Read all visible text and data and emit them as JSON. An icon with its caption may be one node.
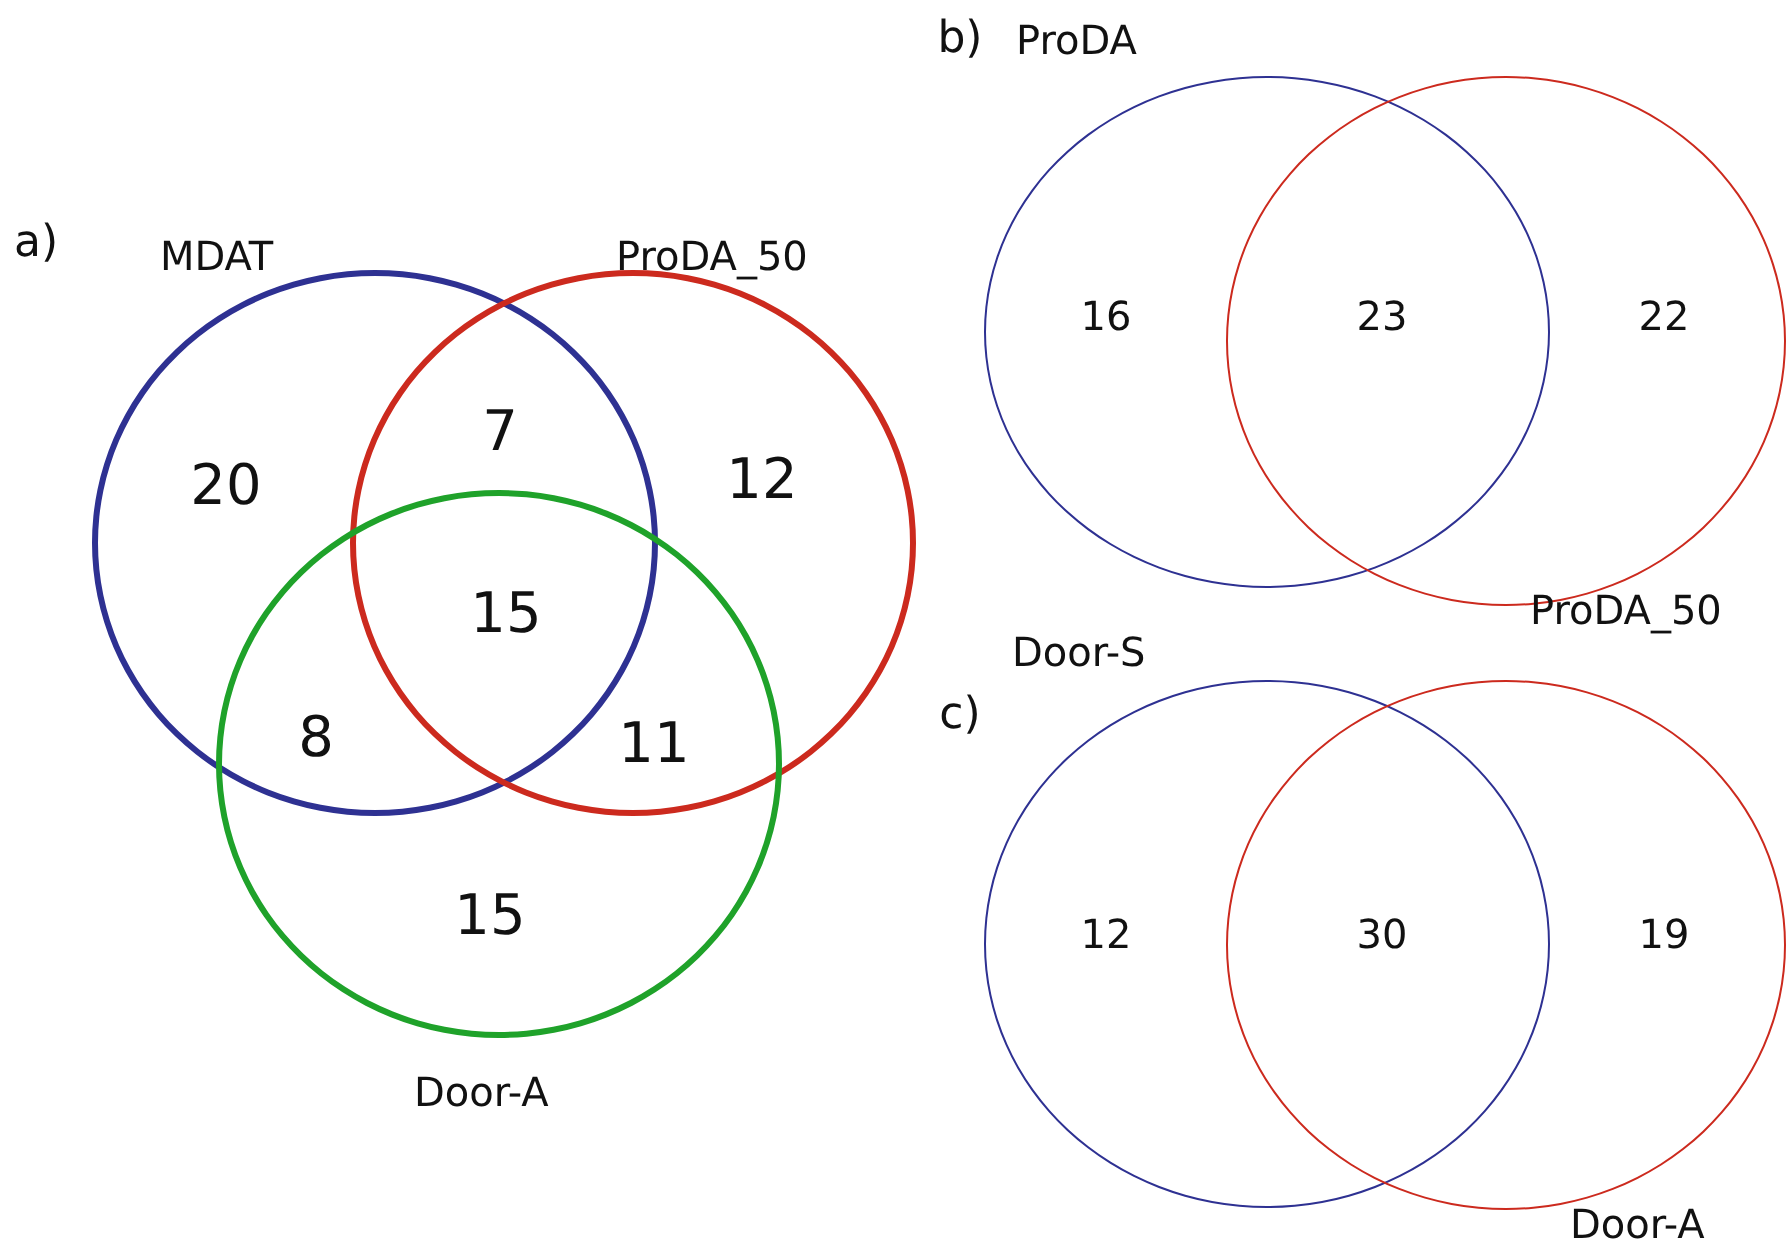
{
  "diagram": {
    "nodes": [
      {
        "text": [
          "MDAT"
        ]
      },
      {
        "text": [
          "ProDA_50"
        ]
      },
      {
        "text": [
          "Door-A"
        ]
      },
      {
        "text": [
          "ProDA"
        ]
      },
      {
        "text": [
          "ProDA_50"
        ]
      },
      {
        "text": [
          "Door-S"
        ]
      },
      {
        "text": [
          "Door-A"
        ]
      }
    ],
    "labels": [
      "a)",
      "20",
      "7",
      "12",
      "15",
      "8",
      "11",
      "15",
      "b)",
      "16",
      "23",
      "22",
      "c)",
      "12",
      "30",
      "19"
    ]
  }
}
